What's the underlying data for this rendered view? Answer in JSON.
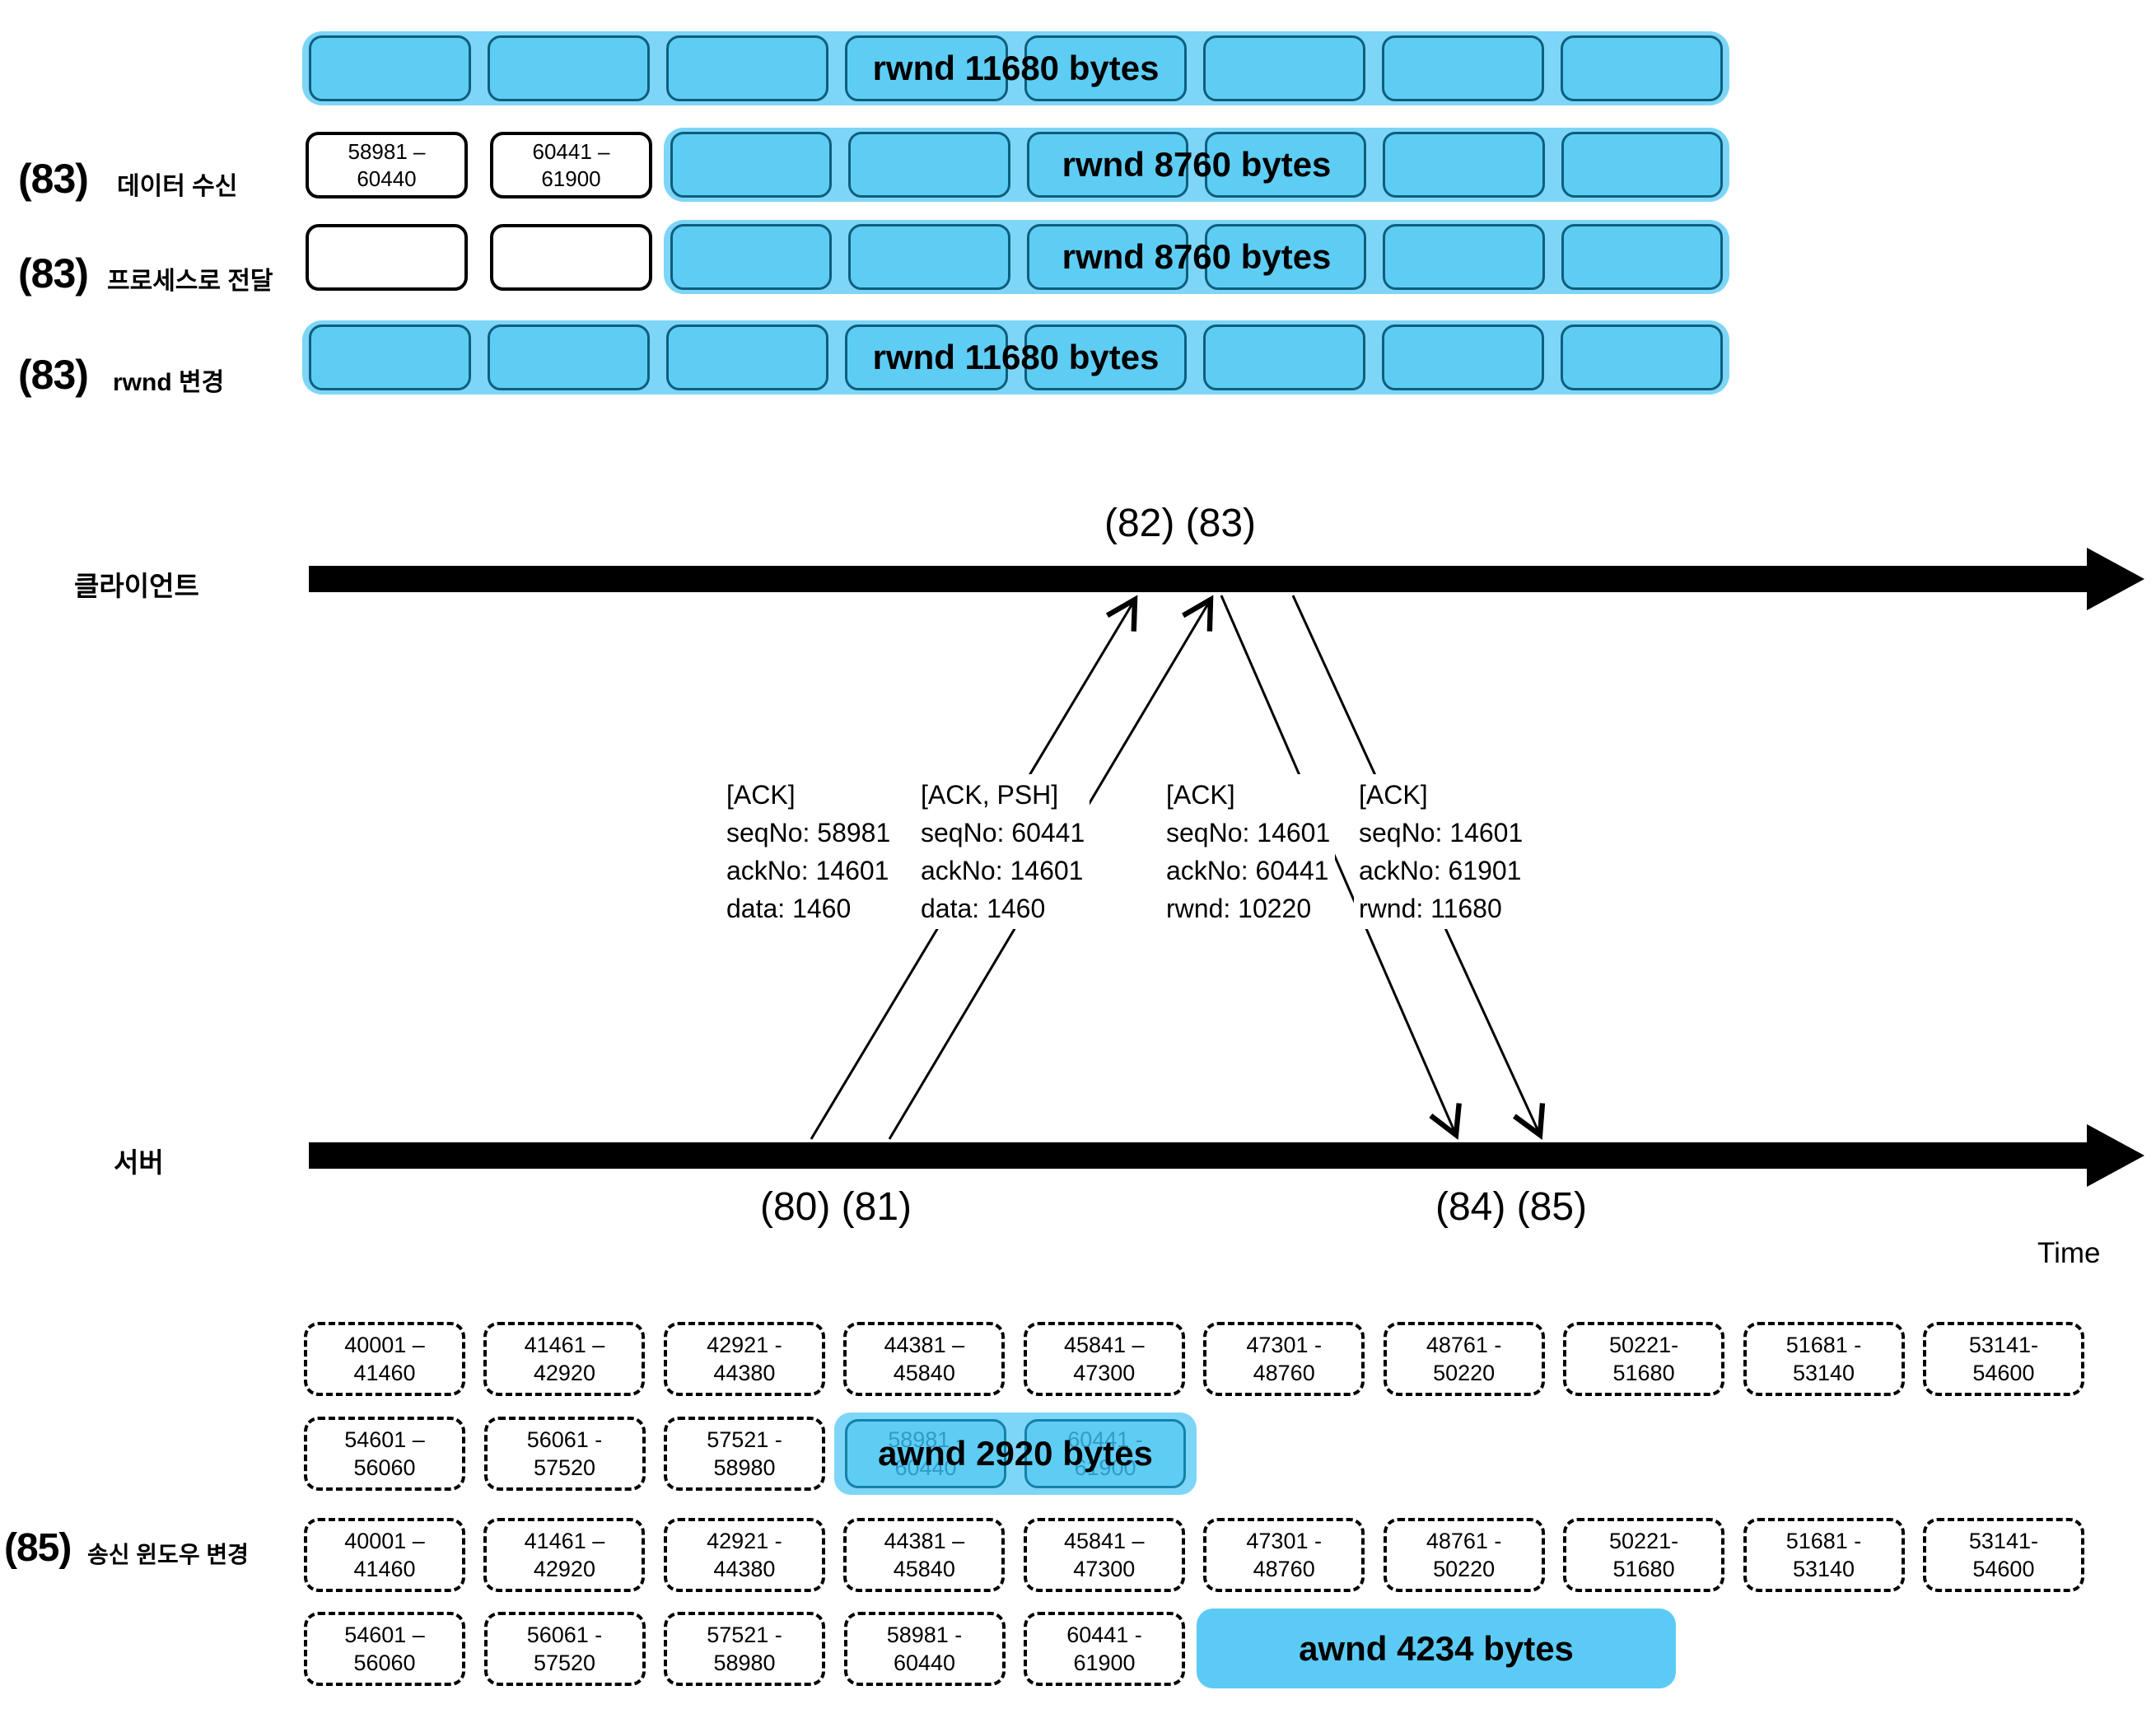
{
  "colors": {
    "band_blue": "#7DD6F7",
    "box_blue": "#5ECDF4",
    "box_border_teal": "#0E5E7C",
    "ghost_text_blue": "#2F9CC7",
    "black": "#000000"
  },
  "top": {
    "row1": {
      "band_text": "rwnd 11680 bytes"
    },
    "row2": {
      "num": "(83)",
      "label": "데이터 수신",
      "box1": "58981 –\n60440",
      "box2": "60441 –\n61900",
      "band_text": "rwnd 8760 bytes"
    },
    "row3": {
      "num": "(83)",
      "label": "프로세스로 전달",
      "band_text": "rwnd 8760 bytes"
    },
    "row4": {
      "num": "(83)",
      "label": "rwnd 변경",
      "band_text": "rwnd 11680 bytes"
    }
  },
  "timeline": {
    "client_label": "클라이언트",
    "server_label": "서버",
    "client_events": "(82) (83)",
    "server_events_left": "(80) (81)",
    "server_events_right": "(84) (85)",
    "time_label": "Time",
    "packets": [
      {
        "flags": "[ACK]",
        "l1": "seqNo: 58981",
        "l2": "ackNo: 14601",
        "l3": "data: 1460"
      },
      {
        "flags": "[ACK, PSH]",
        "l1": "seqNo: 60441",
        "l2": "ackNo: 14601",
        "l3": "data: 1460"
      },
      {
        "flags": "[ACK]",
        "l1": "seqNo: 14601",
        "l2": "ackNo: 60441",
        "l3": "rwnd: 10220"
      },
      {
        "flags": "[ACK]",
        "l1": "seqNo: 14601",
        "l2": "ackNo: 61901",
        "l3": "rwnd: 11680"
      }
    ]
  },
  "bottom": {
    "label": {
      "num": "(85)",
      "text": "송신 윈도우 변경"
    },
    "rowA": [
      "40001 –\n41460",
      "41461 –\n42920",
      "42921 -\n44380",
      "44381 –\n45840",
      "45841 –\n47300",
      "47301 -\n48760",
      "48761 -\n50220",
      "50221-\n51680",
      "51681 -\n53140",
      "53141-\n54600"
    ],
    "rowB": [
      "54601 –\n56060",
      "56061 -\n57520",
      "57521 -\n58980"
    ],
    "awnd1": {
      "text": "awnd 2920 bytes",
      "ghost1": "58981 -\n60440",
      "ghost2": "60441 -\n61900"
    },
    "rowC": [
      "40001 –\n41460",
      "41461 –\n42920",
      "42921 -\n44380",
      "44381 –\n45840",
      "45841 –\n47300",
      "47301 -\n48760",
      "48761 -\n50220",
      "50221-\n51680",
      "51681 -\n53140",
      "53141-\n54600"
    ],
    "rowD": [
      "54601 –\n56060",
      "56061 -\n57520",
      "57521 -\n58980",
      "58981 -\n60440",
      "60441 -\n61900"
    ],
    "awnd2": {
      "text": "awnd 4234 bytes"
    }
  }
}
